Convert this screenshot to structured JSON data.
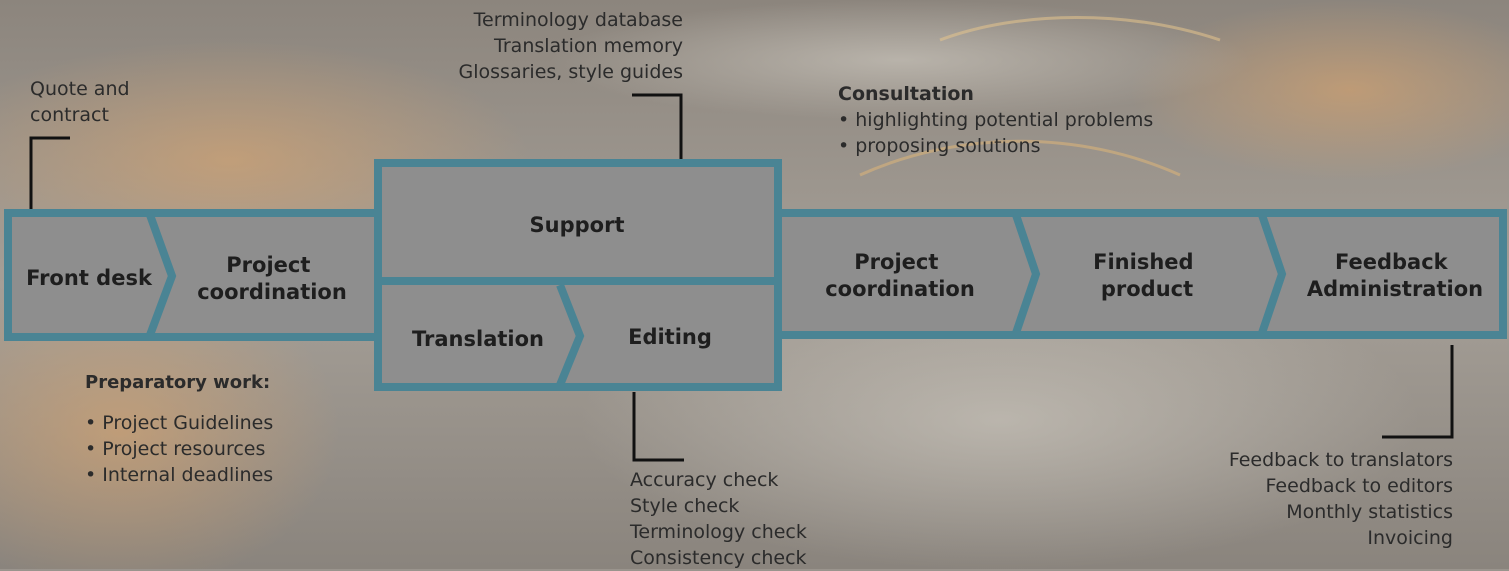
{
  "stages": {
    "front_desk": "Front desk",
    "project_coordination_1": [
      "Project",
      "coordination"
    ],
    "support": "Support",
    "translation": "Translation",
    "editing": "Editing",
    "project_coordination_2": [
      "Project",
      "coordination"
    ],
    "finished_product": [
      "Finished",
      "product"
    ],
    "feedback_administration": [
      "Feedback",
      "Administration"
    ]
  },
  "annotations": {
    "quote_contract": [
      "Quote and",
      "contract"
    ],
    "resources": [
      "Terminology database",
      "Translation memory",
      "Glossaries, style guides"
    ],
    "consultation": {
      "title": "Consultation",
      "items": [
        "• highlighting potential problems",
        "• proposing solutions"
      ]
    },
    "preparatory": {
      "title": "Preparatory work:",
      "items": [
        "• Project Guidelines",
        "• Project resources",
        "• Internal deadlines"
      ]
    },
    "checks": [
      "Accuracy check",
      "Style check",
      "Terminology check",
      "Consistency check"
    ],
    "feedback": [
      "Feedback to translators",
      "Feedback to editors",
      "Monthly statistics",
      "Invoicing"
    ]
  },
  "colors": {
    "block_fill": "#8e8e8e",
    "block_border": "#4a8494",
    "annotation_line": "#111111",
    "background_dark": "#6f6a64",
    "background_light": "#bdb7ae"
  }
}
